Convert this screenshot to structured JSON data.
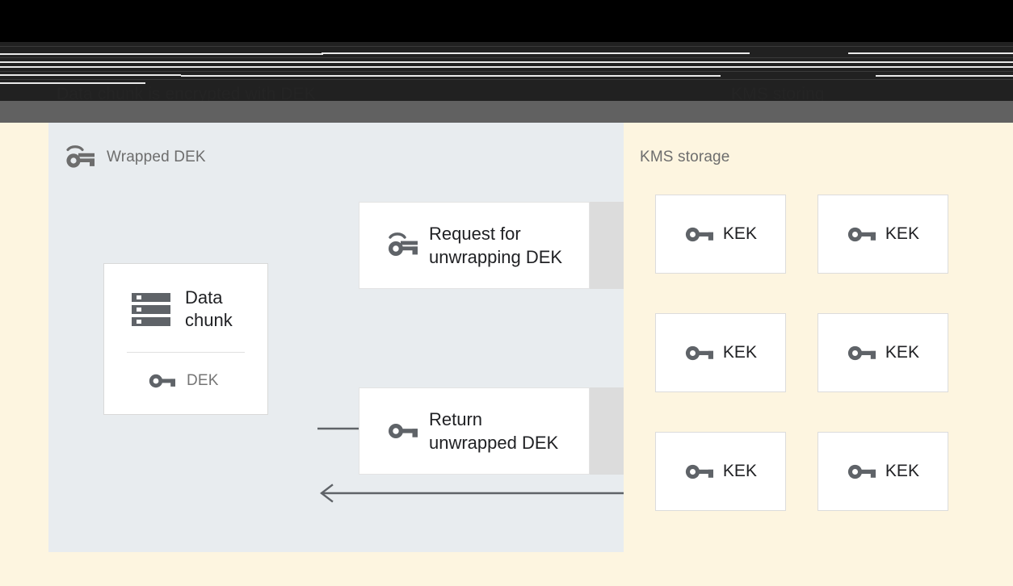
{
  "header": {
    "caption_left": "Data chunk is encrypted with DEK\nand stored with wrapped DEK",
    "caption_right": "KMS storing\ninaccessible KEK",
    "band_black_color": "#000000",
    "band_dark_color": "#212121",
    "band_gray_color": "#616161"
  },
  "client_panel": {
    "title": "Wrapped DEK",
    "icon": "wrapped-key-icon",
    "background_color": "#e8ecef",
    "data_chunk_card": {
      "icon": "storage-chunk-icon",
      "title": "Data\nchunk",
      "key_icon": "key-icon",
      "key_label": "DEK"
    },
    "messages": [
      {
        "id": "request",
        "icon": "wrapped-key-icon",
        "label": "Request for\nunwrapping DEK",
        "band_color": "#dcdcdc"
      },
      {
        "id": "return",
        "icon": "key-icon",
        "label": "Return\nunwrapped DEK",
        "band_color": "#dcdcdc"
      }
    ],
    "arrows": [
      {
        "id": "to-kms",
        "direction": "right",
        "style": "solid-head"
      },
      {
        "id": "from-kms",
        "direction": "left",
        "style": "open-head"
      }
    ]
  },
  "kms_panel": {
    "title": "KMS storage",
    "background_color": "#fdf5e0",
    "keys": [
      {
        "icon": "key-icon",
        "label": "KEK"
      },
      {
        "icon": "key-icon",
        "label": "KEK"
      },
      {
        "icon": "key-icon",
        "label": "KEK"
      },
      {
        "icon": "key-icon",
        "label": "KEK"
      },
      {
        "icon": "key-icon",
        "label": "KEK"
      },
      {
        "icon": "key-icon",
        "label": "KEK"
      }
    ]
  },
  "colors": {
    "page_background": "#fdf5e0",
    "panel_background": "#e8ecef",
    "card_background": "#ffffff",
    "icon_gray": "#5f6368",
    "text_primary": "#202124",
    "text_secondary": "#6d6d6d",
    "arrow_gray": "#5f6368"
  }
}
